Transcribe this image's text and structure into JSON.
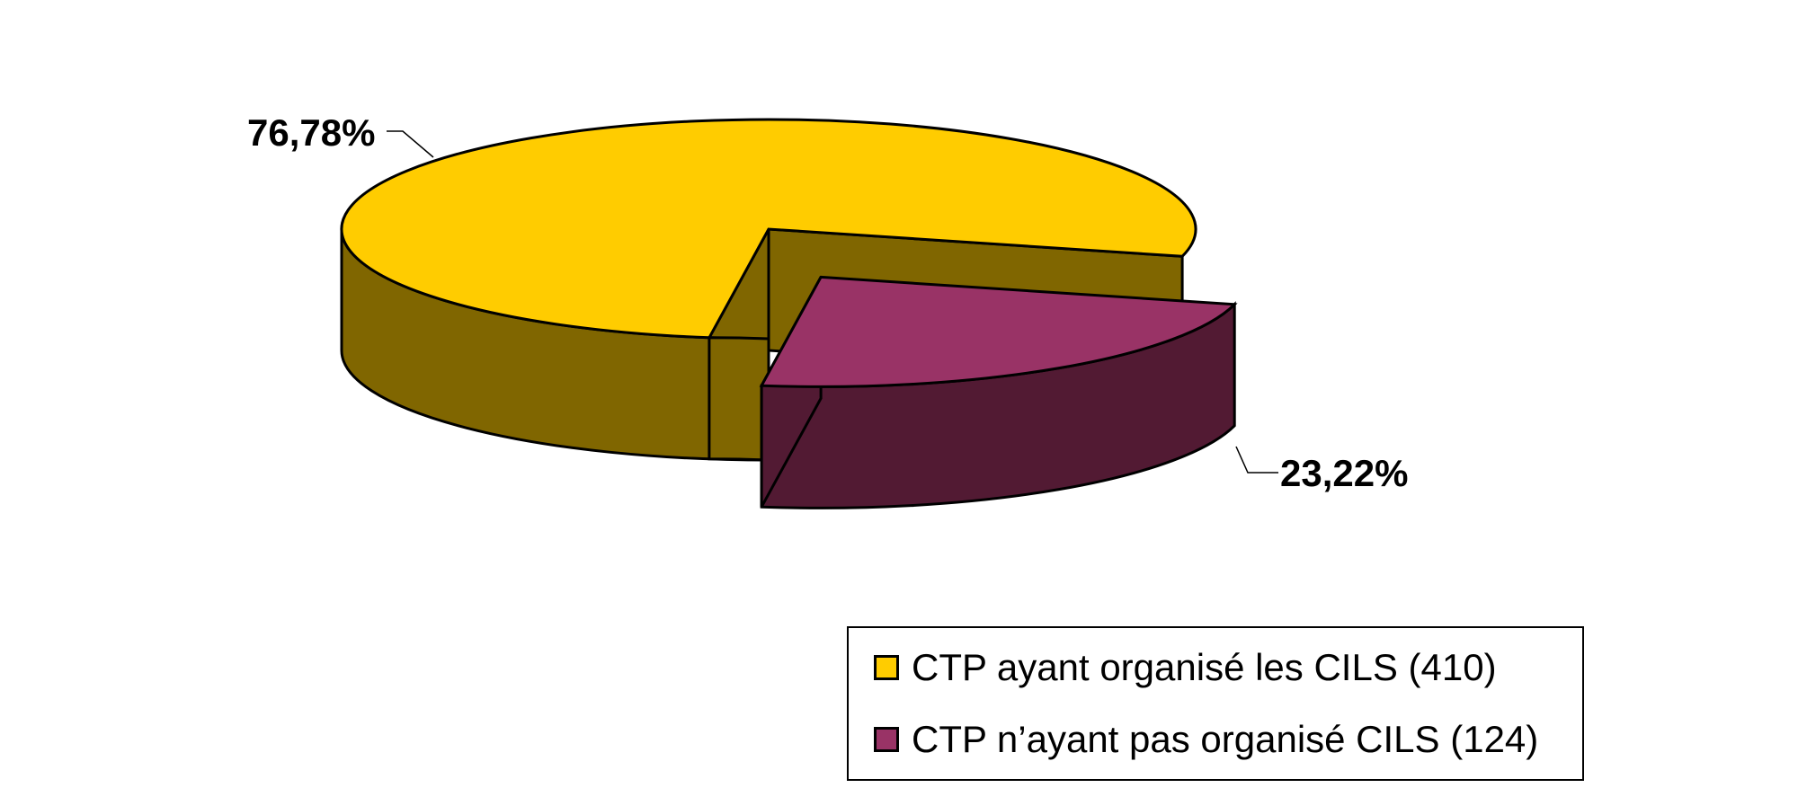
{
  "chart_data": {
    "type": "pie",
    "title": "",
    "style": "3d-exploded",
    "legend_position": "bottom-right",
    "slices": [
      {
        "label": "CTP ayant organisé les CILS (410)",
        "value": 410,
        "percent_label": "76,78%",
        "top_color": "#ffcc00",
        "side_color": "#806600"
      },
      {
        "label": "CTP n’ayant pas organisé CILS (124)",
        "value": 124,
        "percent_label": "23,22%",
        "top_color": "#993366",
        "side_color": "#521a33"
      }
    ]
  }
}
